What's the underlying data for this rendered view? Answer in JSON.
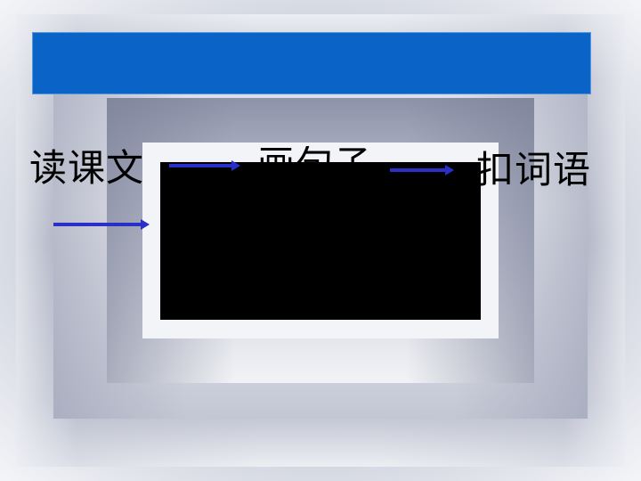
{
  "slide": {
    "steps": [
      {
        "label": "读课文"
      },
      {
        "label": "画句子"
      },
      {
        "label": "扣词语"
      }
    ],
    "colors": {
      "title_bar": "#0a63c7",
      "arrow": "#2a2fc8",
      "video_box": "#000000",
      "text": "#000000"
    },
    "icons": [
      "arrow-right-icon",
      "arrow-right-icon",
      "arrow-right-icon"
    ]
  }
}
